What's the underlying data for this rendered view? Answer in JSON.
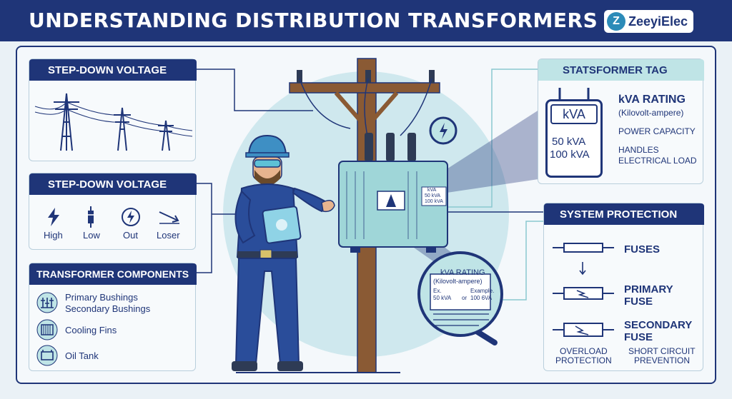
{
  "header": {
    "title": "UNDERSTANDING DISTRIBUTION TRANSFORMERS",
    "brand_mark": "Z",
    "brand_name": "ZeeyiElec"
  },
  "panels": {
    "stepdown_top": {
      "title": "STEP-DOWN VOLTAGE"
    },
    "stepdown_mid": {
      "title": "STEP-DOWN VOLTAGE",
      "items": [
        {
          "label": "High",
          "icon": "lightning-icon"
        },
        {
          "label": "Low",
          "icon": "fuse-icon"
        },
        {
          "label": "Out",
          "icon": "lightning-circle-icon"
        },
        {
          "label": "Loser",
          "icon": "arrow-down-right-icon"
        }
      ]
    },
    "components": {
      "title": "TRANSFORMER COMPONENTS",
      "items": [
        {
          "label": "Primary Bushings",
          "icon": "bushings-icon"
        },
        {
          "label": "Secondary Bushings",
          "icon": "bushings-icon"
        },
        {
          "label": "Cooling Fins",
          "icon": "cooling-fins-icon"
        },
        {
          "label": "Oil Tank",
          "icon": "oil-tank-icon"
        }
      ]
    },
    "tag": {
      "title": "STATSFORMER TAG",
      "tag_header": "kVA",
      "tag_values": [
        "50 kVA",
        "100 kVA"
      ],
      "rating_title": "kVA RATING",
      "rating_sub": "(Kilovolt-ampere)",
      "power_capacity": "POWER CAPACITY",
      "handles_1": "HANDLES",
      "handles_2": "ELECTRICAL LOAD"
    },
    "protection": {
      "title": "SYSTEM PROTECTION",
      "fuses": "FUSES",
      "primary_fuse_1": "PRIMARY",
      "primary_fuse_2": "FUSE",
      "secondary_fuse_1": "SECONDARY",
      "secondary_fuse_2": "FUSE",
      "overload_1": "OVERLOAD",
      "overload_2": "PROTECTION",
      "short_1": "SHORT CIRCUIT",
      "short_2": "PREVENTION"
    }
  },
  "transformer_plate": {
    "line1": "kVA",
    "line2": "50 kVA",
    "line3": "100 kVA"
  },
  "magnifier": {
    "title": "kVA RATING",
    "subtitle": "(Kilovolt-ampere)",
    "ex_left_1": "Ex.",
    "ex_left_2": "50 kVA",
    "ex_or": "or",
    "ex_right_1": "Example.",
    "ex_right_2": "100 6VA"
  },
  "colors": {
    "navy": "#1f3578",
    "teal": "#bfe4e6",
    "background": "#eaf1f6",
    "pole": "#8a5a34",
    "tank": "#9fd6d8"
  }
}
